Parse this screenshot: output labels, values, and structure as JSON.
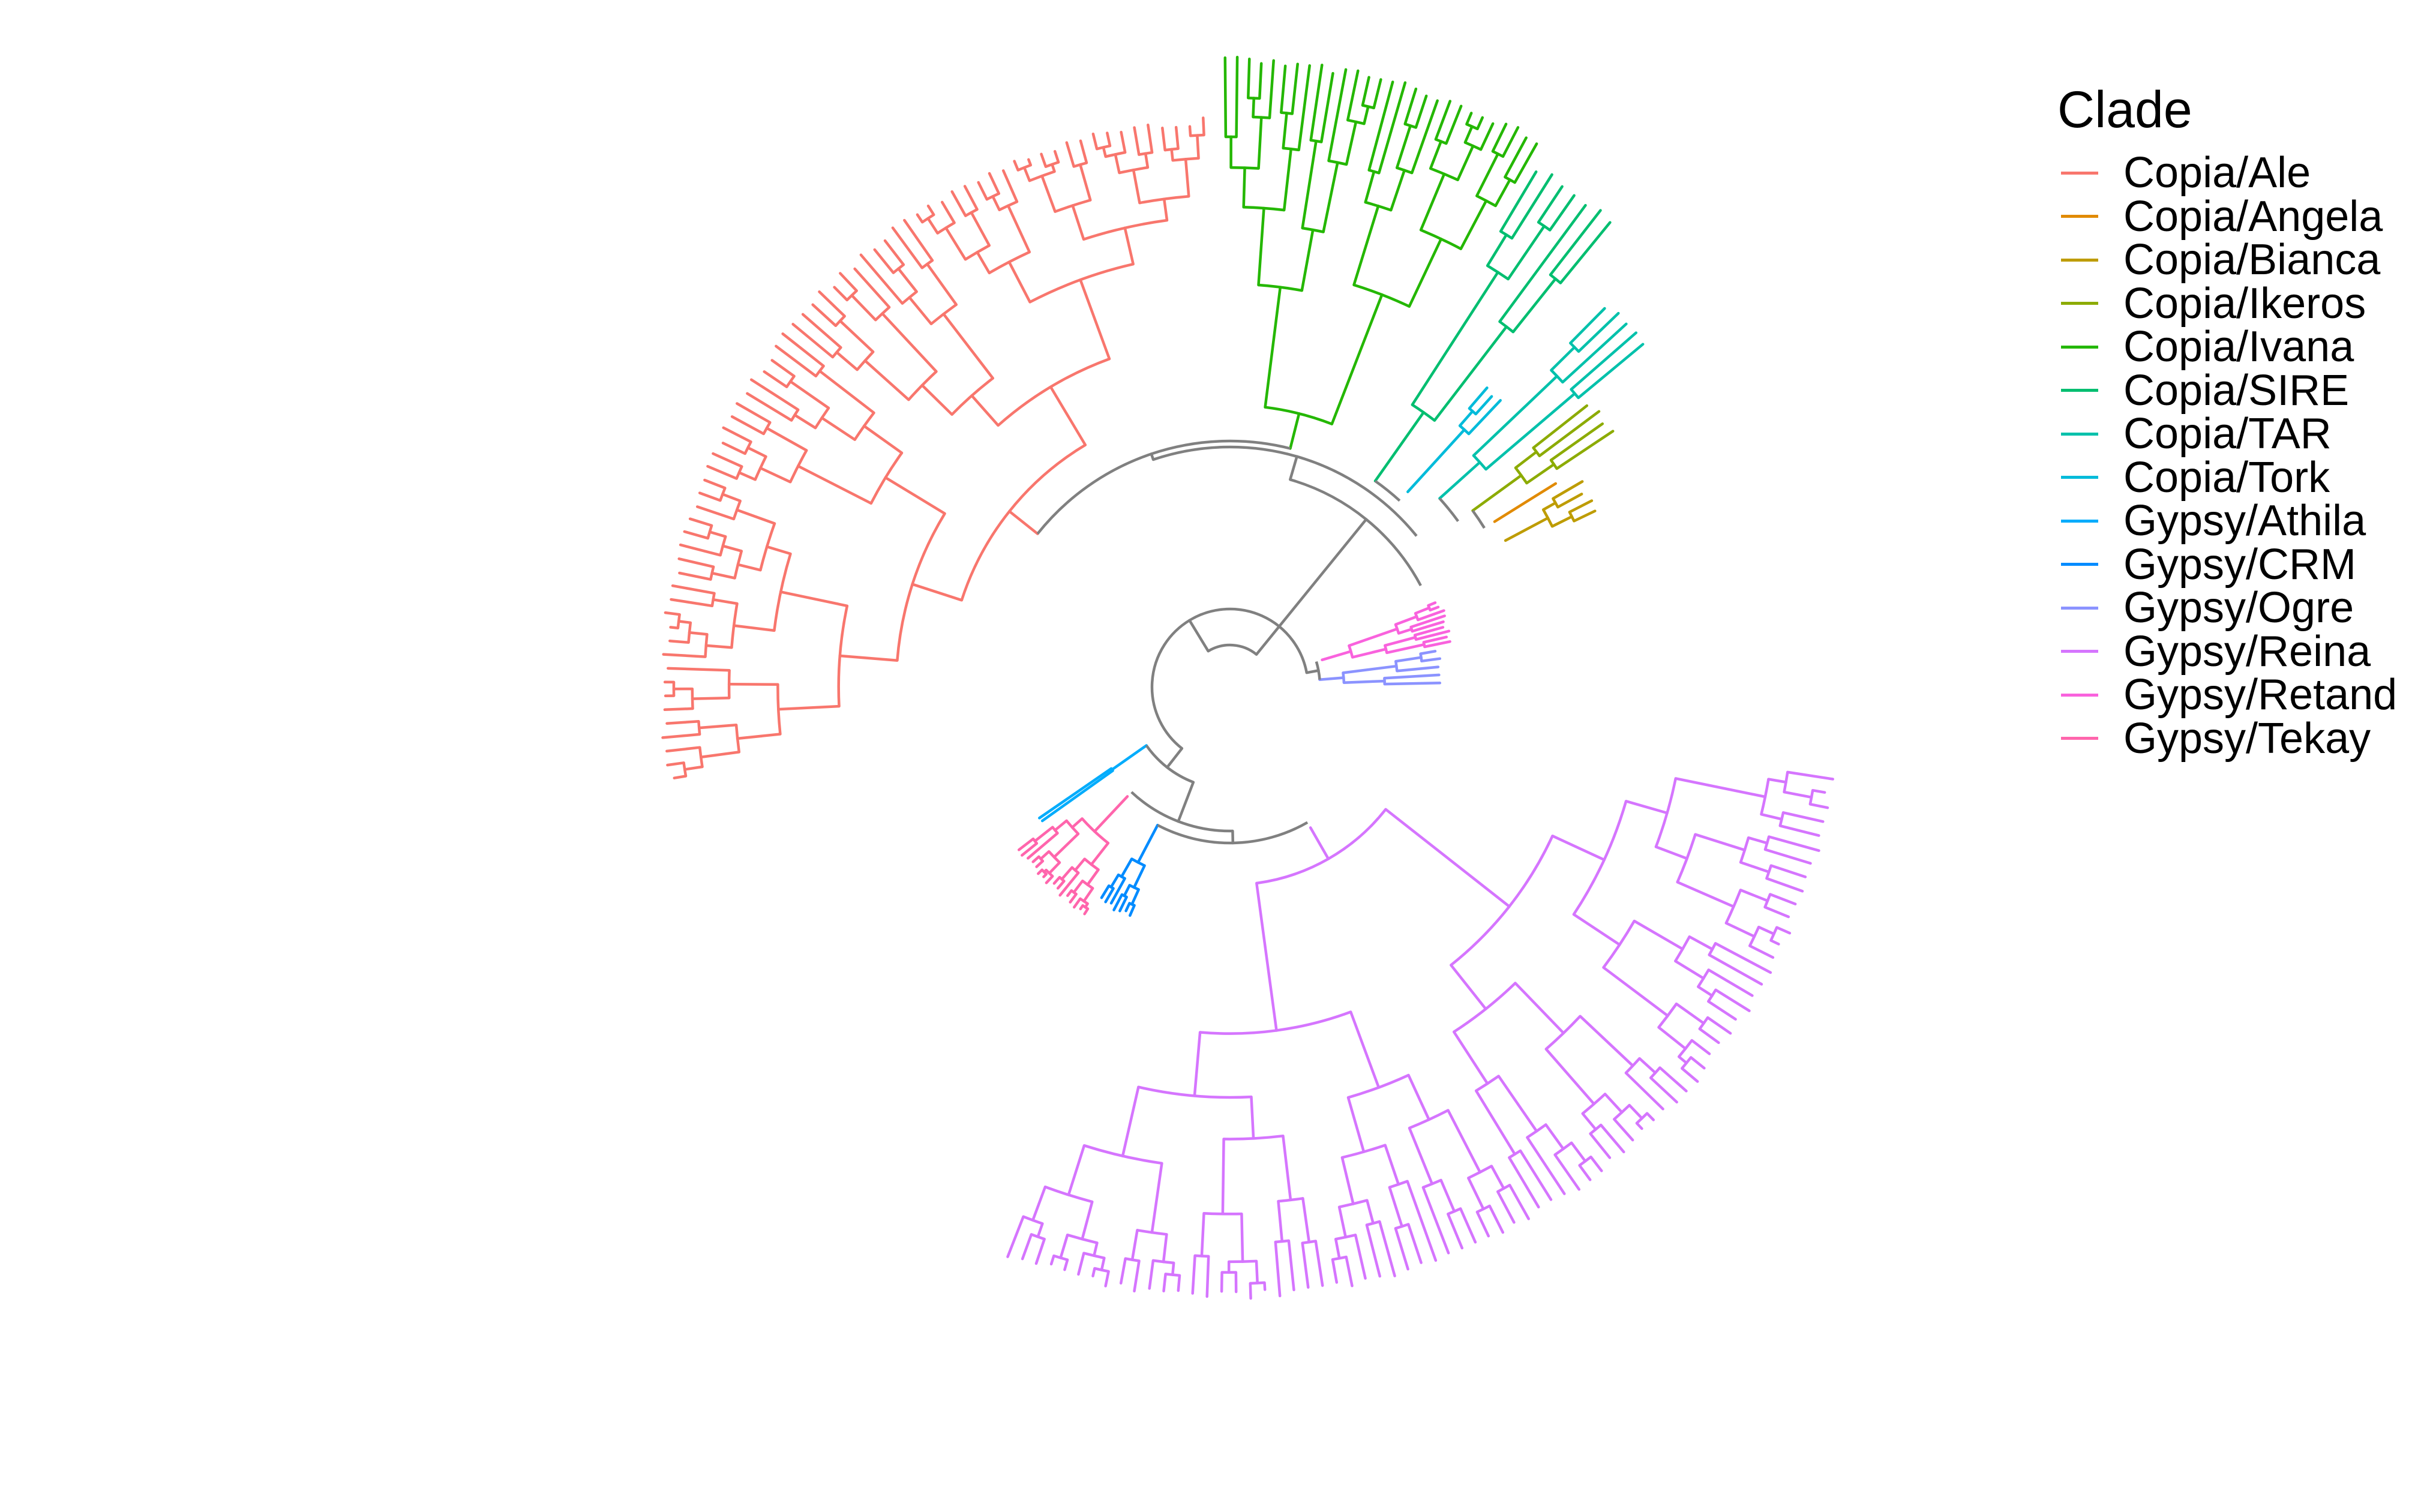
{
  "legend": {
    "title": "Clade",
    "items": [
      {
        "label": "Copia/Ale",
        "color": "#F8766D"
      },
      {
        "label": "Copia/Angela",
        "color": "#E18A00"
      },
      {
        "label": "Copia/Bianca",
        "color": "#BE9C00"
      },
      {
        "label": "Copia/Ikeros",
        "color": "#8CAB00"
      },
      {
        "label": "Copia/Ivana",
        "color": "#24B700"
      },
      {
        "label": "Copia/SIRE",
        "color": "#00BE70"
      },
      {
        "label": "Copia/TAR",
        "color": "#00C1AB"
      },
      {
        "label": "Copia/Tork",
        "color": "#00BBDA"
      },
      {
        "label": "Gypsy/Athila",
        "color": "#00ACFC"
      },
      {
        "label": "Gypsy/CRM",
        "color": "#008BFF"
      },
      {
        "label": "Gypsy/Ogre",
        "color": "#8B93FF"
      },
      {
        "label": "Gypsy/Reina",
        "color": "#D575FE"
      },
      {
        "label": "Gypsy/Retand",
        "color": "#F962DD"
      },
      {
        "label": "Gypsy/Tekay",
        "color": "#FF65AC"
      }
    ]
  },
  "tree": {
    "layout": "circular",
    "backbone_color": "#808080",
    "clades": [
      {
        "clade": "Copia/Ale",
        "start_deg": 170,
        "end_deg": 268,
        "leaves": 70
      },
      {
        "clade": "Copia/Ivana",
        "start_deg": 269,
        "end_deg": 300,
        "leaves": 28
      },
      {
        "clade": "Copia/SIRE",
        "start_deg": 300,
        "end_deg": 310,
        "leaves": 7
      },
      {
        "clade": "Copia/Tork",
        "start_deg": 310,
        "end_deg": 314,
        "leaves": 3
      },
      {
        "clade": "Copia/TAR",
        "start_deg": 314,
        "end_deg": 321,
        "leaves": 5
      },
      {
        "clade": "Copia/Ikeros",
        "start_deg": 321,
        "end_deg": 327,
        "leaves": 4
      },
      {
        "clade": "Copia/Angela",
        "start_deg": 327,
        "end_deg": 329,
        "leaves": 1
      },
      {
        "clade": "Copia/Bianca",
        "start_deg": 329,
        "end_deg": 335,
        "leaves": 4
      },
      {
        "clade": "Gypsy/Retand",
        "start_deg": 337,
        "end_deg": 349,
        "leaves": 9
      },
      {
        "clade": "Gypsy/Ogre",
        "start_deg": 349,
        "end_deg": 360,
        "leaves": 5
      },
      {
        "clade": "Gypsy/Reina",
        "start_deg": 8,
        "end_deg": 112,
        "leaves": 76
      },
      {
        "clade": "Gypsy/CRM",
        "start_deg": 113,
        "end_deg": 122,
        "leaves": 7
      },
      {
        "clade": "Gypsy/Tekay",
        "start_deg": 122,
        "end_deg": 143,
        "leaves": 16
      },
      {
        "clade": "Gypsy/Athila",
        "start_deg": 144,
        "end_deg": 146,
        "leaves": 2
      }
    ]
  }
}
